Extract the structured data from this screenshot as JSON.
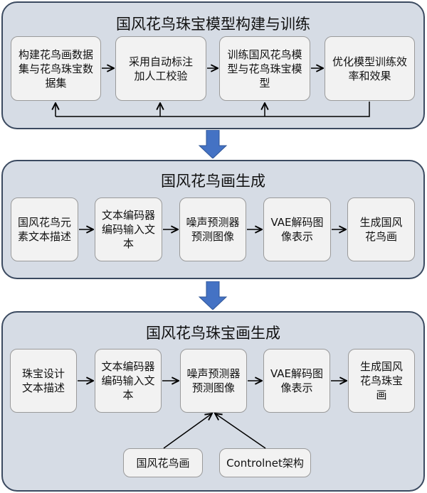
{
  "sections": [
    {
      "title": "国风花鸟珠宝模型构建与训练",
      "nodes": [
        {
          "label": "构建花鸟画数据集与花鸟珠宝数据集"
        },
        {
          "label": "采用自动标注加人工校验"
        },
        {
          "label": "训练国风花鸟模型与花鸟珠宝模型"
        },
        {
          "label": "优化模型训练效率和效果"
        }
      ],
      "feedback_loop": {
        "from": "优化模型训练效率和效果",
        "to": [
          "构建花鸟画数据集与花鸟珠宝数据集",
          "采用自动标注加人工校验",
          "训练国风花鸟模型与花鸟珠宝模型"
        ]
      }
    },
    {
      "title": "国风花鸟画生成",
      "nodes": [
        {
          "label": "国风花鸟元素文本描述"
        },
        {
          "label": "文本编码器编码输入文本"
        },
        {
          "label": "噪声预测器预测图像"
        },
        {
          "label": "VAE解码图像表示"
        },
        {
          "label": "生成国风花鸟画"
        }
      ]
    },
    {
      "title": "国风花鸟珠宝画生成",
      "nodes": [
        {
          "label": "珠宝设计文本描述"
        },
        {
          "label": "文本编码器编码输入文本"
        },
        {
          "label": "噪声预测器预测图像"
        },
        {
          "label": "VAE解码图像表示"
        },
        {
          "label": "生成国风花鸟珠宝画"
        }
      ],
      "inputs": [
        {
          "label": "国风花鸟画",
          "target": "噪声预测器预测图像"
        },
        {
          "label": "Controlnet架构",
          "target": "噪声预测器预测图像"
        }
      ]
    }
  ],
  "colors": {
    "panel_fill": "#d6dce5",
    "panel_border": "#3b4a60",
    "node_fill": "#f2f2f2",
    "node_border": "#9a9a9a",
    "transition_arrow": "#4472c4",
    "connector": "#000000"
  }
}
